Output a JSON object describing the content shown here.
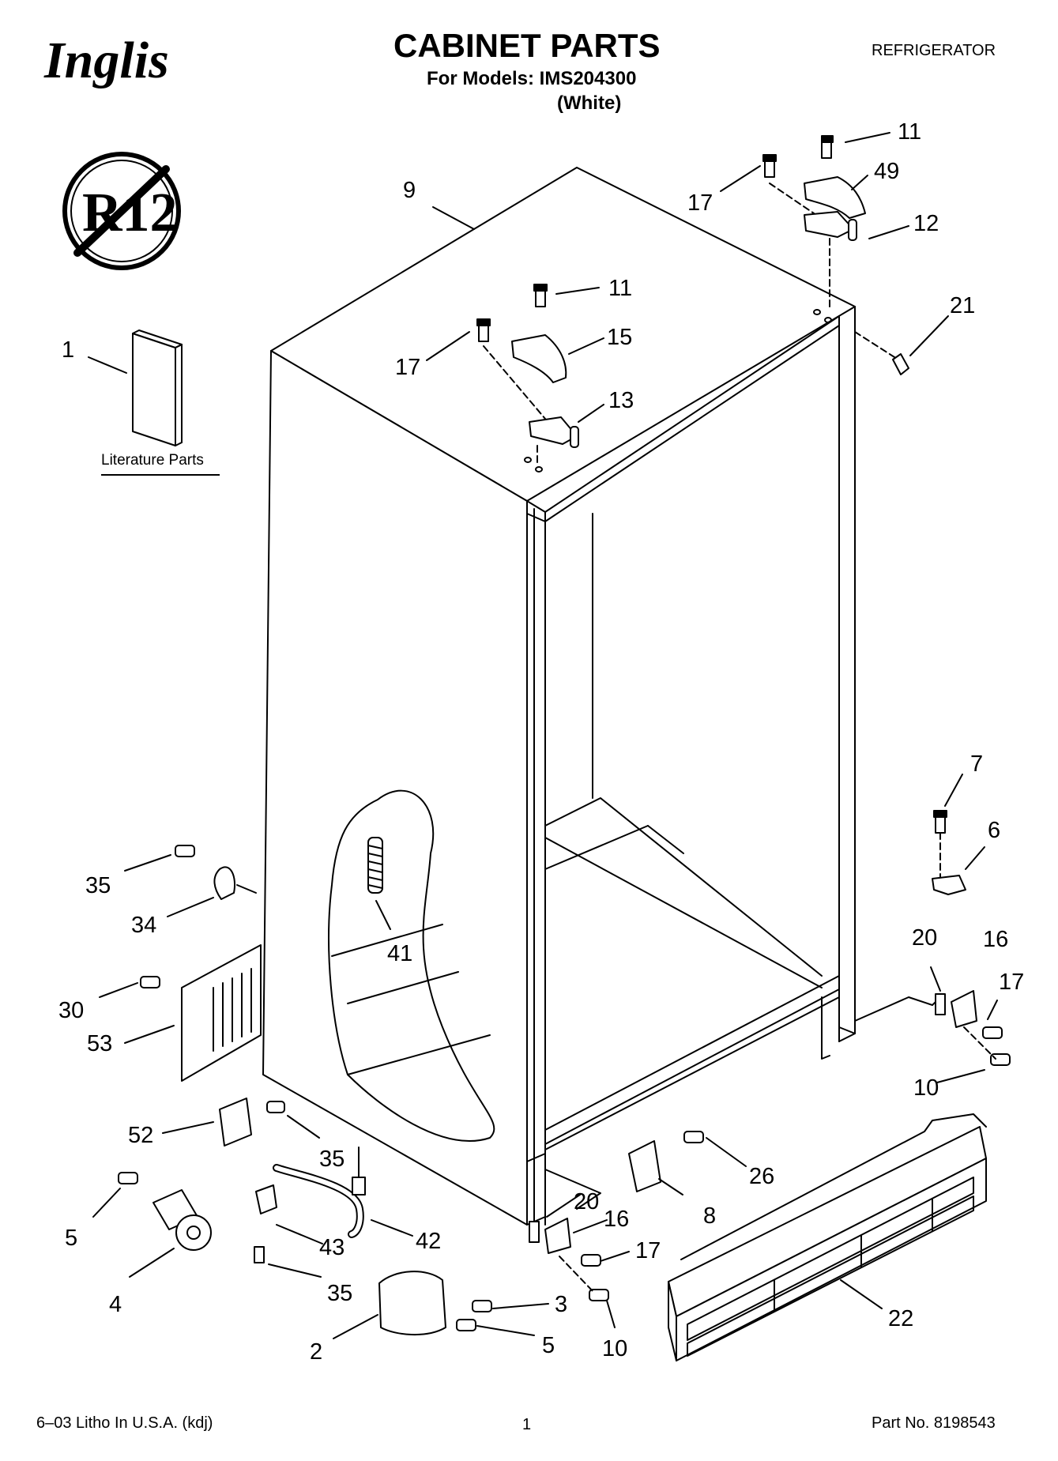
{
  "header": {
    "brand": "Inglis",
    "title": "CABINET PARTS",
    "models_line": "For Models: IMS204300",
    "variant": "(White)",
    "appliance": "REFRIGERATOR"
  },
  "badge": {
    "text": "R12",
    "icon": "no-r12-refrigerant-icon"
  },
  "literature": {
    "label": "Literature Parts"
  },
  "callouts": [
    {
      "id": "c1",
      "label": "1"
    },
    {
      "id": "c9",
      "label": "9"
    },
    {
      "id": "c11a",
      "label": "11"
    },
    {
      "id": "c49",
      "label": "49"
    },
    {
      "id": "c17a",
      "label": "17"
    },
    {
      "id": "c12",
      "label": "12"
    },
    {
      "id": "c21",
      "label": "21"
    },
    {
      "id": "c11b",
      "label": "11"
    },
    {
      "id": "c15",
      "label": "15"
    },
    {
      "id": "c17b",
      "label": "17"
    },
    {
      "id": "c13",
      "label": "13"
    },
    {
      "id": "c7",
      "label": "7"
    },
    {
      "id": "c6",
      "label": "6"
    },
    {
      "id": "c35a",
      "label": "35"
    },
    {
      "id": "c34",
      "label": "34"
    },
    {
      "id": "c41",
      "label": "41"
    },
    {
      "id": "c20a",
      "label": "20"
    },
    {
      "id": "c16a",
      "label": "16"
    },
    {
      "id": "c17c",
      "label": "17"
    },
    {
      "id": "c30",
      "label": "30"
    },
    {
      "id": "c53",
      "label": "53"
    },
    {
      "id": "c10a",
      "label": "10"
    },
    {
      "id": "c52",
      "label": "52"
    },
    {
      "id": "c35b",
      "label": "35"
    },
    {
      "id": "c26",
      "label": "26"
    },
    {
      "id": "c5a",
      "label": "5"
    },
    {
      "id": "c20b",
      "label": "20"
    },
    {
      "id": "c8",
      "label": "8"
    },
    {
      "id": "c42",
      "label": "42"
    },
    {
      "id": "c43",
      "label": "43"
    },
    {
      "id": "c16b",
      "label": "16"
    },
    {
      "id": "c17d",
      "label": "17"
    },
    {
      "id": "c4",
      "label": "4"
    },
    {
      "id": "c35c",
      "label": "35"
    },
    {
      "id": "c3",
      "label": "3"
    },
    {
      "id": "c22",
      "label": "22"
    },
    {
      "id": "c2",
      "label": "2"
    },
    {
      "id": "c5b",
      "label": "5"
    },
    {
      "id": "c10b",
      "label": "10"
    }
  ],
  "footer": {
    "litho": "6–03 Litho In U.S.A. (kdj)",
    "page": "1",
    "part_no": "Part No. 8198543"
  }
}
